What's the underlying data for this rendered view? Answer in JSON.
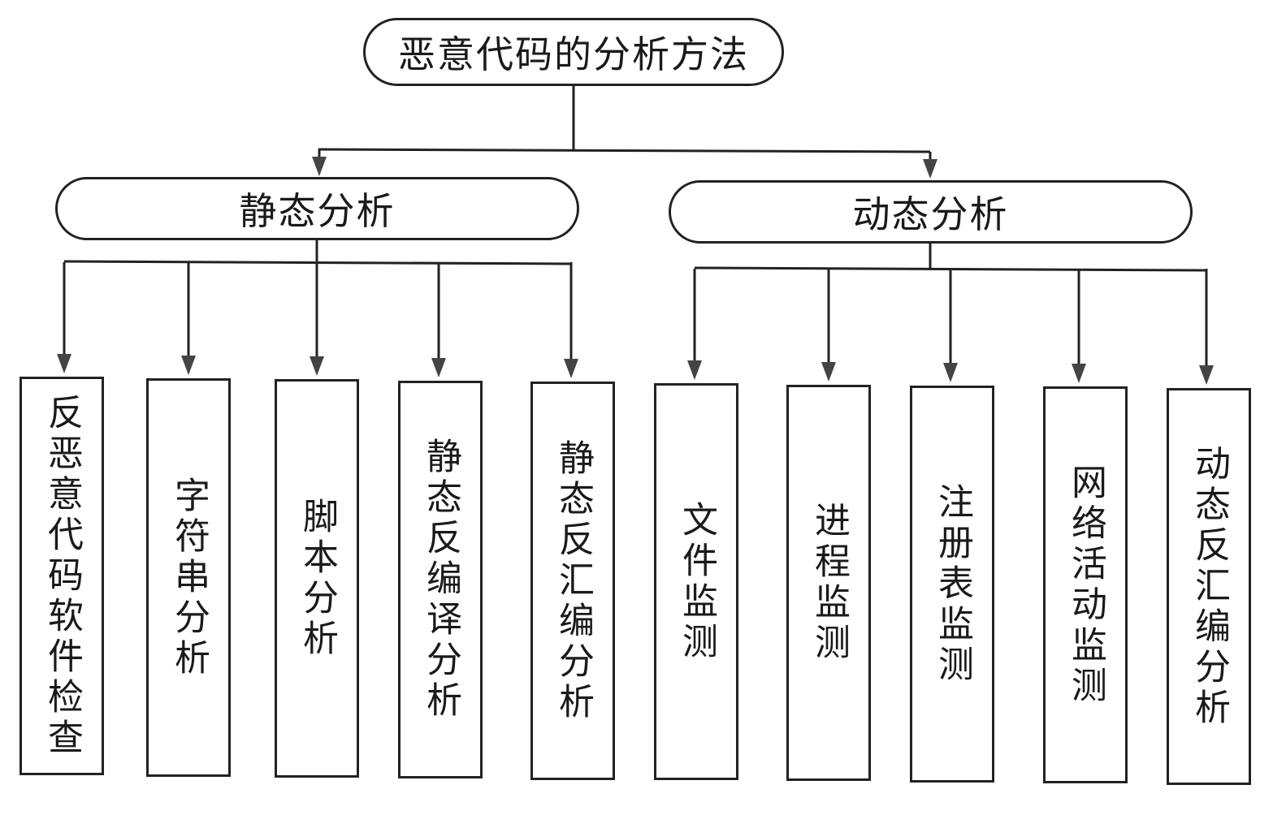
{
  "diagram": {
    "title": "恶意代码的分析方法",
    "branches": [
      {
        "label": "静态分析",
        "children": [
          "反恶意代码软件检查",
          "字符串分析",
          "脚本分析",
          "静态反编译分析",
          "静态反汇编分析"
        ]
      },
      {
        "label": "动态分析",
        "children": [
          "文件监测",
          "进程监测",
          "注册表监测",
          "网络活动监测",
          "动态反汇编分析"
        ]
      }
    ],
    "colors": {
      "line": "#222222",
      "arrow": "#444444",
      "background": "#ffffff"
    }
  }
}
